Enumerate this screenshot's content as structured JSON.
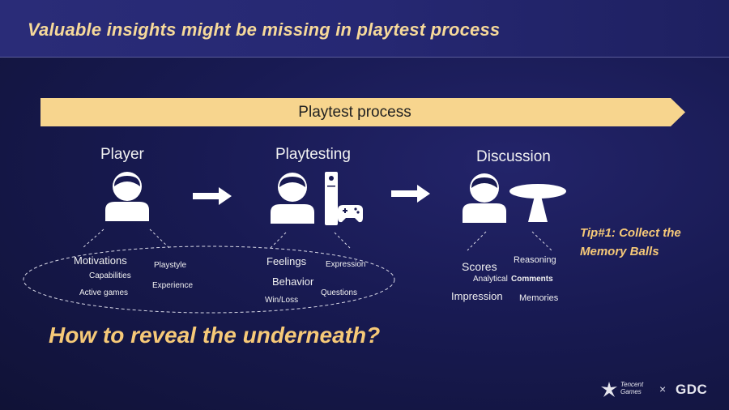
{
  "slide": {
    "title": "Valuable insights might be missing in playtest process",
    "banner_label": "Playtest process",
    "columns": {
      "player": "Player",
      "playtesting": "Playtesting",
      "discussion": "Discussion"
    },
    "player_words": {
      "motivations": "Motivations",
      "capabilities": "Capabilities",
      "active_games": "Active games",
      "playstyle": "Playstyle",
      "experience": "Experience"
    },
    "playtesting_words": {
      "feelings": "Feelings",
      "behavior": "Behavior",
      "winloss": "Win/Loss",
      "expression": "Expression",
      "questions": "Questions"
    },
    "discussion_words": {
      "scores": "Scores",
      "reasoning": "Reasoning",
      "analytical": "Analytical",
      "comments": "Comments",
      "impression": "Impression",
      "memories": "Memories"
    },
    "tip": "Tip#1: Collect the Memory Balls",
    "question": "How to reveal the underneath?",
    "logos": {
      "tencent_line1": "Tencent",
      "tencent_line2": "Games",
      "separator": "×",
      "gdc": "GDC"
    },
    "colors": {
      "accent": "#f6c978",
      "banner": "#f7d58e",
      "icon": "#ffffff"
    }
  }
}
